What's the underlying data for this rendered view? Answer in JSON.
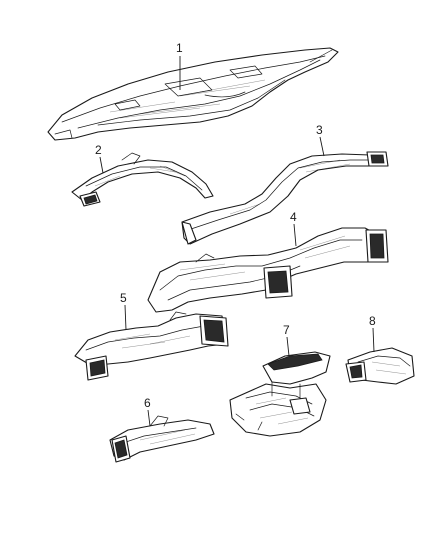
{
  "callouts": [
    "1",
    "2",
    "3",
    "4",
    "5",
    "6",
    "7",
    "8"
  ]
}
